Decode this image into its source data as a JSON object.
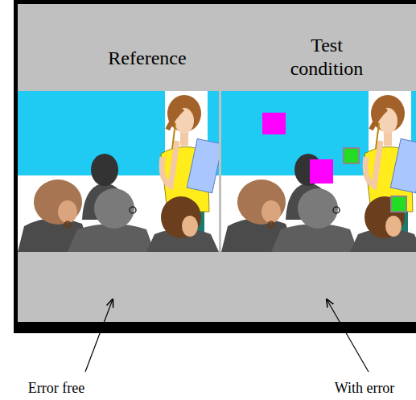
{
  "diagram": {
    "labels": [
      "Reference",
      "Test condition",
      "Error free",
      "With error"
    ]
  }
}
